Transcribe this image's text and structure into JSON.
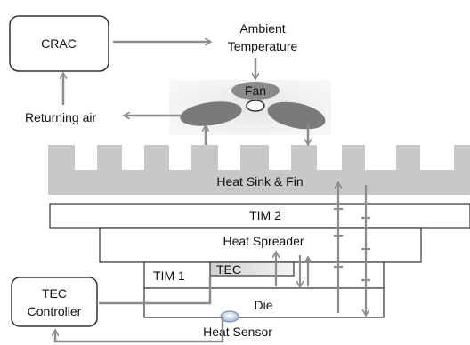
{
  "labels": {
    "crac": "CRAC",
    "ambient_line1": "Ambient",
    "ambient_line2": "Temperature",
    "fan": "Fan",
    "returning_air": "Returning air",
    "heat_sink": "Heat Sink & Fin",
    "tim2": "TIM 2",
    "heat_spreader": "Heat Spreader",
    "tim1": "TIM 1",
    "tec": "TEC",
    "die": "Die",
    "tec_controller_line1": "TEC",
    "tec_controller_line2": "Controller",
    "heat_sensor": "Heat Sensor"
  },
  "colors": {
    "arrow": "#8c8c8c",
    "heat_sink": "#c8c8c8",
    "fan_blade": "#7a7a7a",
    "layer_border": "#333333"
  }
}
